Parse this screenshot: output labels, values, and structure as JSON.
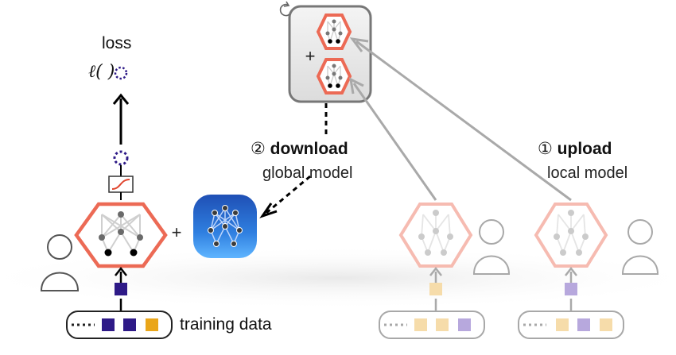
{
  "labels": {
    "loss": "loss",
    "loss_fn": "ℓ( )",
    "download_num": "②",
    "download": "download",
    "download_sub": "global model",
    "upload_num": "①",
    "upload": "upload",
    "upload_sub": "local model",
    "training_data": "training data",
    "plus": "+"
  },
  "colors": {
    "hex_stroke": "#ec6a55",
    "hex_stroke_faded": "#f6b8ad",
    "dark_square": "#2e1a87",
    "gold_square": "#eaa61a",
    "square_faded_gold": "#f6dcaa",
    "square_faded_purple": "#b7a8dd",
    "global_model_fill": "#2f7fe0",
    "arrow_gray": "#a9a9a9"
  },
  "icons": [
    "hexagon-network-icon",
    "user-icon",
    "sigmoid-icon",
    "refresh-icon",
    "neural-network-icon"
  ]
}
